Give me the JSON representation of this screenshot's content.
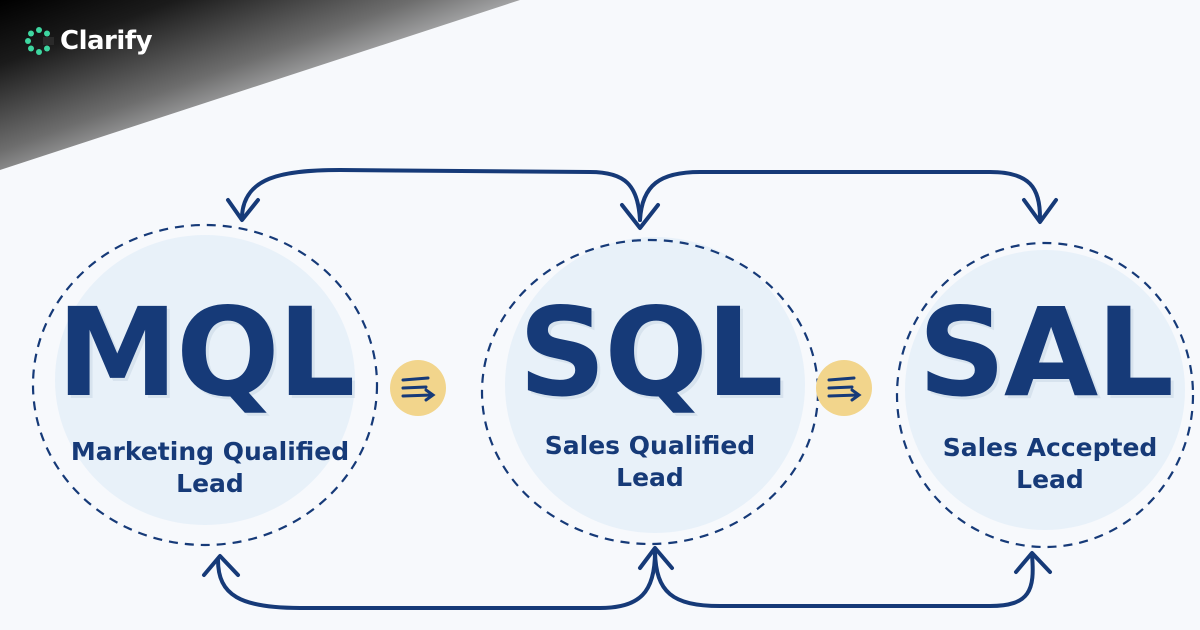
{
  "brand": {
    "name": "Clarify",
    "logo_icon": "clarify-logo-icon",
    "logo_color": "#3ed6a0"
  },
  "diagram": {
    "stages": [
      {
        "acronym": "MQL",
        "fullname_line1": "Marketing Qualified",
        "fullname_line2": "Lead"
      },
      {
        "acronym": "SQL",
        "fullname_line1": "Sales Qualified",
        "fullname_line2": "Lead"
      },
      {
        "acronym": "SAL",
        "fullname_line1": "Sales Accepted",
        "fullname_line2": "Lead"
      }
    ],
    "connector_icon": "document-handoff-icon",
    "colors": {
      "ink": "#163a78",
      "badge_fill": "#f2d58c",
      "wash": "#e3edf8"
    }
  }
}
